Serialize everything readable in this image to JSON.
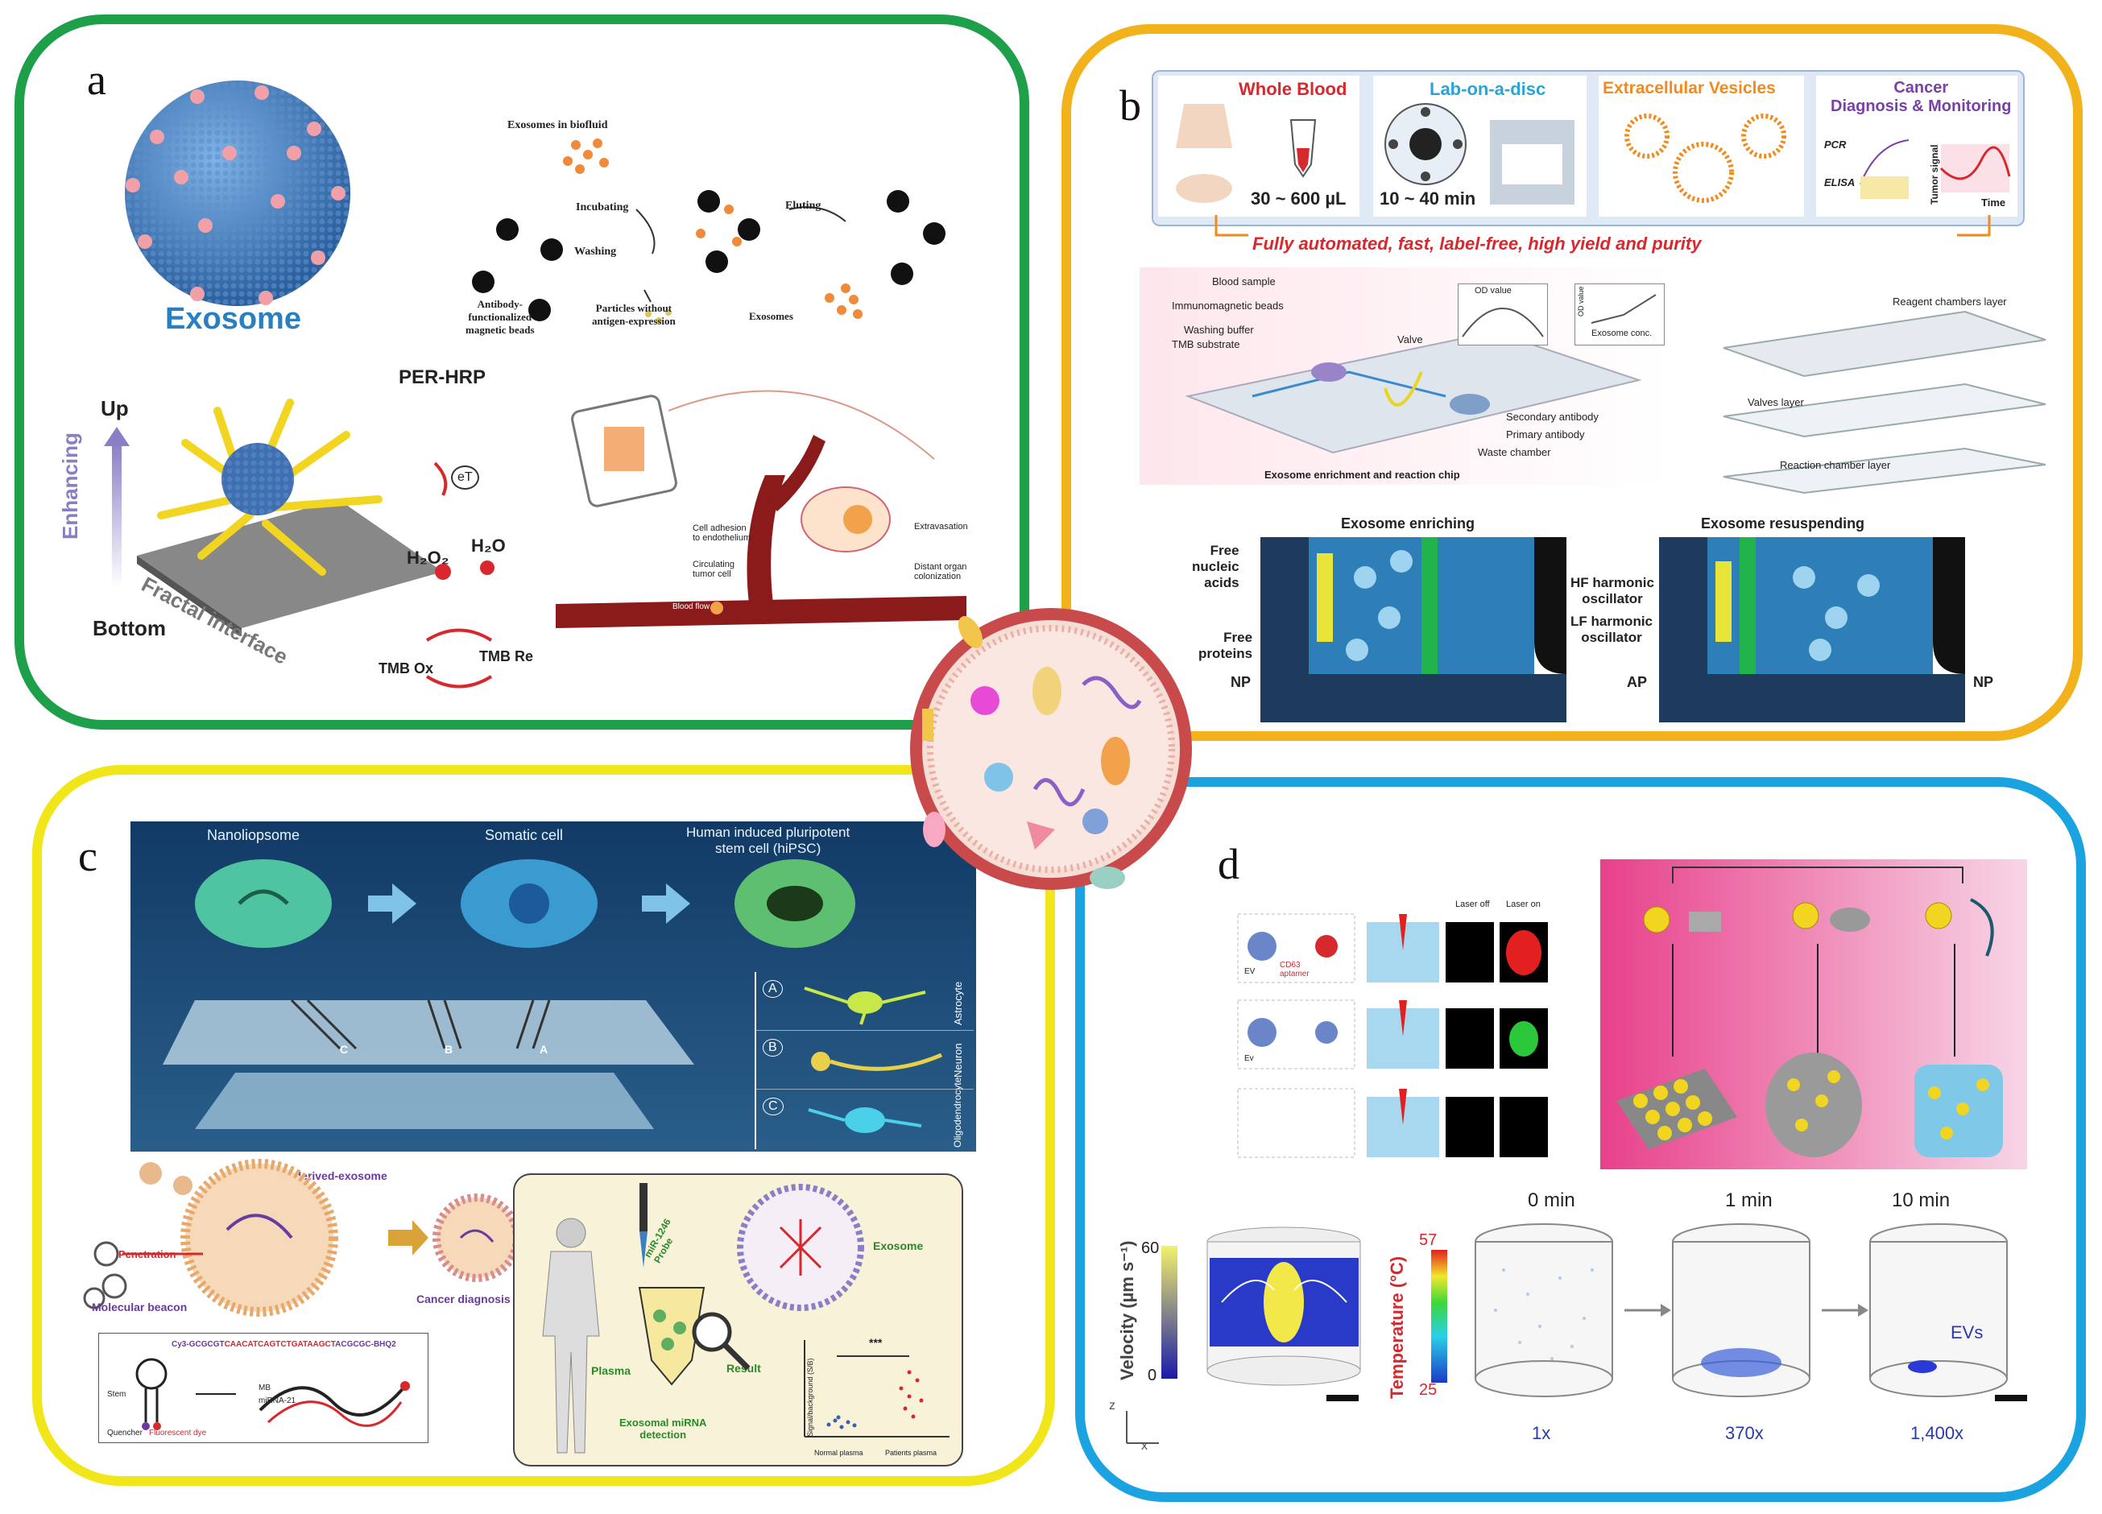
{
  "panel_labels": {
    "a": "a",
    "b": "b",
    "c": "c",
    "d": "d"
  },
  "panel_a": {
    "exosome_label": "Exosome",
    "workflow": {
      "biofluid": "Exosomes in biofluid",
      "incubating": "Incubating",
      "washing": "Washing",
      "eluting": "Eluting",
      "beads": "Antibody-\nfunctionalized\nmagnetic beads",
      "particles": "Particles without\nantigen-expression",
      "exosomes": "Exosomes"
    },
    "per_hrp": "PER-HRP",
    "up": "Up",
    "enhancing": "Enhancing",
    "bottom": "Bottom",
    "fractal": "Fractal interface",
    "et": "eT",
    "h2o2": "H₂O₂",
    "h2o": "H₂O",
    "tmb_ox": "TMB Ox",
    "tmb_re": "TMB Re",
    "metastasis": {
      "adhesion": "Cell adhesion\nto endothelium",
      "circulating": "Circulating\ntumor cell",
      "extravasation": "Extravasation",
      "distant": "Distant organ\ncolonization",
      "bloodflow": "Blood flow"
    }
  },
  "panel_b": {
    "steps": [
      {
        "title": "Whole Blood",
        "value": "30 ~ 600 µL",
        "color": "#d6282d"
      },
      {
        "title": "Lab-on-a-disc",
        "value": "10 ~ 40 min",
        "color": "#2aa3d6"
      },
      {
        "title": "Extracellular Vesicles",
        "value": "",
        "color": "#f28a1c"
      },
      {
        "title": "Cancer\nDiagnosis & Monitoring",
        "value": "",
        "color": "#7a3fa8"
      }
    ],
    "pcr": "PCR",
    "elisa": "ELISA",
    "tumor_signal": "Tumor signal",
    "time": "Time",
    "tagline": "Fully automated, fast, label-free, high yield and purity",
    "chip": {
      "blood_sample": "Blood sample",
      "beads": "Immunomagnetic beads",
      "washing": "Washing buffer",
      "tmb": "TMB substrate",
      "valve": "Valve",
      "od_value": "OD value",
      "od_axis": "OD value",
      "exo_conc": "Exosome conc.",
      "secondary": "Secondary antibody",
      "primary": "Primary antibody",
      "waste": "Waste chamber",
      "caption": "Exosome enrichment and reaction chip",
      "reagent_layer": "Reagent chambers layer",
      "valves_layer": "Valves layer",
      "reaction_layer": "Reaction chamber layer"
    },
    "enrich": {
      "left_title": "Exosome enriching",
      "right_title": "Exosome resuspending",
      "free_nucleic": "Free\nnucleic\nacids",
      "free_proteins": "Free\nproteins",
      "hf": "HF harmonic\noscillator",
      "lf": "LF harmonic\noscillator",
      "np_left": "NP",
      "ap": "AP",
      "np_right": "NP"
    }
  },
  "panel_c": {
    "nanoliposome": "Nanoliopsome",
    "somatic": "Somatic cell",
    "hipsc": "Human induced pluripotent\nstem cell (hiPSC)",
    "chip_letters": [
      "C",
      "B",
      "A"
    ],
    "cells": [
      {
        "letter": "A",
        "name": "Astrocyte"
      },
      {
        "letter": "B",
        "name": "Neuron"
      },
      {
        "letter": "C",
        "name": "Oligodendrocyte"
      }
    ],
    "exo_title": "Cancer cell derived-exosome",
    "penetration": "Penetration",
    "molecular_beacon": "Molecular beacon",
    "cancer_diagnosis": "Cancer diagnosis",
    "sequence": {
      "p1": "Cy3-",
      "p2": "GCGCGT",
      "p3": "CAACATCAGTCTGATAAGCT",
      "p4": "ACGCGC",
      "p5": "-BHQ2"
    },
    "stem": "Stem",
    "quencher": "Quencher",
    "fluorescent": "Fluorescent dye",
    "mb": "MB",
    "mirna": "miRNA-21",
    "probe": "miR-1246\nProbe",
    "exosome": "Exosome",
    "plasma": "Plasma",
    "result": "Result",
    "detection": "Exosomal miRNA\ndetection",
    "yaxis": "Signal/background (S/B)",
    "stars": "***",
    "normal": "Normal plasma",
    "patients": "Patients plasma"
  },
  "panel_d": {
    "ev": "EV",
    "ev2": "Ev",
    "aptamer": "CD63\naptamer",
    "laser_off": "Laser off",
    "laser_on": "Laser on",
    "velocity": "Velocity (µm s⁻¹)",
    "vel_max": "60",
    "vel_min": "0",
    "temperature": "Temperature (°C)",
    "temp_max": "57",
    "temp_min": "25",
    "times": [
      "0 min",
      "1 min",
      "10 min"
    ],
    "folds": [
      "1x",
      "370x",
      "1,400x"
    ],
    "evs": "EVs",
    "z": "z",
    "x": "x"
  }
}
